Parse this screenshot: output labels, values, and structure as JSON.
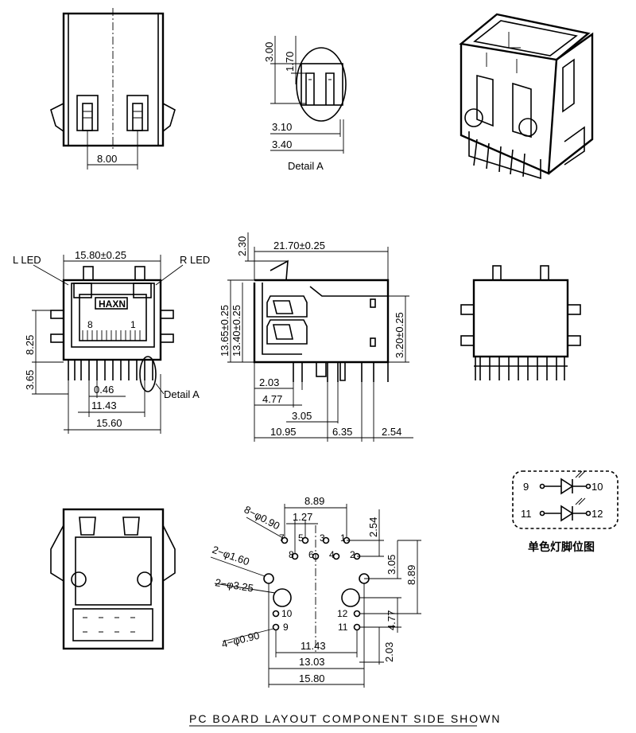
{
  "top_front": {
    "dim_8_00": "8.00"
  },
  "detail_view": {
    "dim_3_00": "3.00",
    "dim_1_70": "1.70",
    "dim_3_10": "3.10",
    "dim_3_40": "3.40",
    "caption": "Detail  A"
  },
  "front_view": {
    "l_led": "L  LED",
    "r_led": "R  LED",
    "dim_width": "15.80±0.25",
    "dim_8_25": "8.25",
    "dim_3_65": "3.65",
    "dim_0_46": "0.46",
    "dim_11_43": "11.43",
    "dim_15_60": "15.60",
    "detail_label": "Detail  A",
    "brand": "HAXN",
    "pin_8": "8",
    "pin_1": "1"
  },
  "side_view": {
    "dim_2_30": "2.30",
    "dim_length": "21.70±0.25",
    "dim_13_65": "13.65±0.25",
    "dim_13_40": "13.40±0.25",
    "dim_3_20": "3.20±0.25",
    "dim_2_03": "2.03",
    "dim_4_77": "4.77",
    "dim_3_05": "3.05",
    "dim_10_95": "10.95",
    "dim_6_35": "6.35",
    "dim_2_54": "2.54"
  },
  "pcb_layout": {
    "dim_8_89_top": "8.89",
    "dim_1_27": "1.27",
    "dim_2_54": "2.54",
    "dim_3_05": "3.05",
    "dim_8_89_right": "8.89",
    "dim_4_77": "4.77",
    "dim_2_03": "2.03",
    "dim_11_43": "11.43",
    "dim_13_03": "13.03",
    "dim_15_80": "15.80",
    "hole_8x090": "8−φ0.90",
    "hole_2x160": "2−φ1.60",
    "hole_2x325": "2−φ3.25",
    "hole_4x090": "4−φ0.90",
    "pins": [
      "7",
      "5",
      "3",
      "1",
      "8",
      "6",
      "4",
      "2",
      "10",
      "9",
      "12",
      "11"
    ]
  },
  "led_legend": {
    "pin_9": "9",
    "pin_10": "10",
    "pin_11": "11",
    "pin_12": "12",
    "caption": "单色灯脚位图"
  },
  "footer": {
    "title": "PC  BOARD  LAYOUT  COMPONENT  SIDE  SHOWN"
  }
}
